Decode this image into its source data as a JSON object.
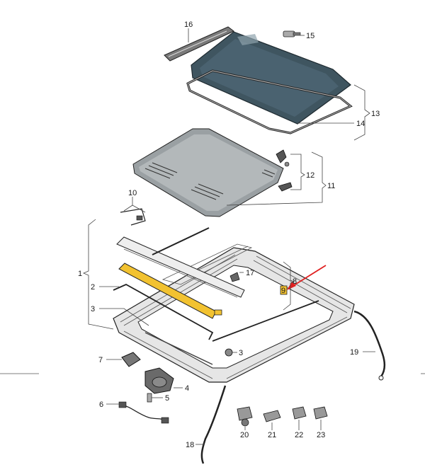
{
  "diagram": {
    "labels": {
      "p1": "1",
      "p2": "2",
      "p3": "3",
      "p3b": "3",
      "p4": "4",
      "p5": "5",
      "p6": "6",
      "p7": "7",
      "p8": "8",
      "p9": "9",
      "p10": "10",
      "p11": "11",
      "p12": "12",
      "p13": "13",
      "p14": "14",
      "p15": "15",
      "p16": "16",
      "p17": "17",
      "p18": "18",
      "p19": "19",
      "p20": "20",
      "p21": "21",
      "p22": "22",
      "p23": "23"
    },
    "colors": {
      "glass": "#3f5560",
      "glass_highlight": "#8fa3ad",
      "headliner": "#9aa0a3",
      "frame": "#d9d9d9",
      "highlight_part": "#f2c230",
      "arrow": "#e02020",
      "line": "#333333"
    },
    "highlighted_part": "9"
  }
}
